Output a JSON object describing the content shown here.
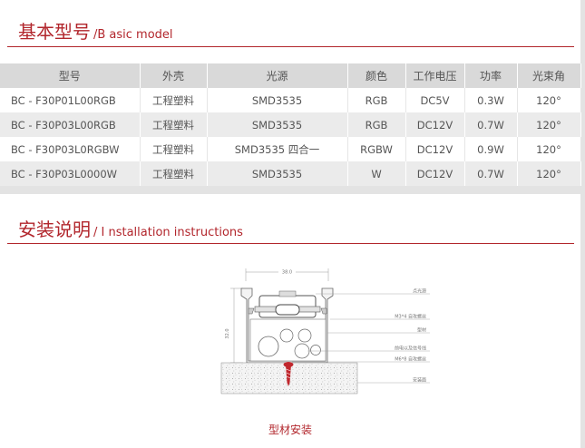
{
  "section1": {
    "title_cn": "基本型号",
    "title_en": "/B asic model"
  },
  "table": {
    "headers": [
      "型号",
      "外壳",
      "光源",
      "颜色",
      "工作电压",
      "功率",
      "光束角"
    ],
    "rows": [
      [
        "BC - F30P01L00RGB",
        "工程塑料",
        "SMD3535",
        "RGB",
        "DC5V",
        "0.3W",
        "120°"
      ],
      [
        "BC - F30P03L00RGB",
        "工程塑料",
        "SMD3535",
        "RGB",
        "DC12V",
        "0.7W",
        "120°"
      ],
      [
        "BC - F30P03L0RGBW",
        "工程塑料",
        "SMD3535 四合一",
        "RGBW",
        "DC12V",
        "0.9W",
        "120°"
      ],
      [
        "BC - F30P03L0000W",
        "工程塑料",
        "SMD3535",
        "W",
        "DC12V",
        "0.7W",
        "120°"
      ]
    ]
  },
  "section2": {
    "title_cn": "安装说明",
    "title_en": "/ I nstallation instructions"
  },
  "diagram": {
    "width_dim": "38.0",
    "height_dim": "32.0",
    "labels": [
      "点光源",
      "M3*4 自攻螺丝",
      "型材",
      "前电以及信号线",
      "M6*8 自攻螺丝",
      "安装面"
    ]
  },
  "caption": "型材安装",
  "colors": {
    "accent": "#b2262c",
    "header_bg": "#d9d9d9",
    "row_alt_bg": "#ebebeb",
    "page_bg": "#e3e3e3"
  }
}
